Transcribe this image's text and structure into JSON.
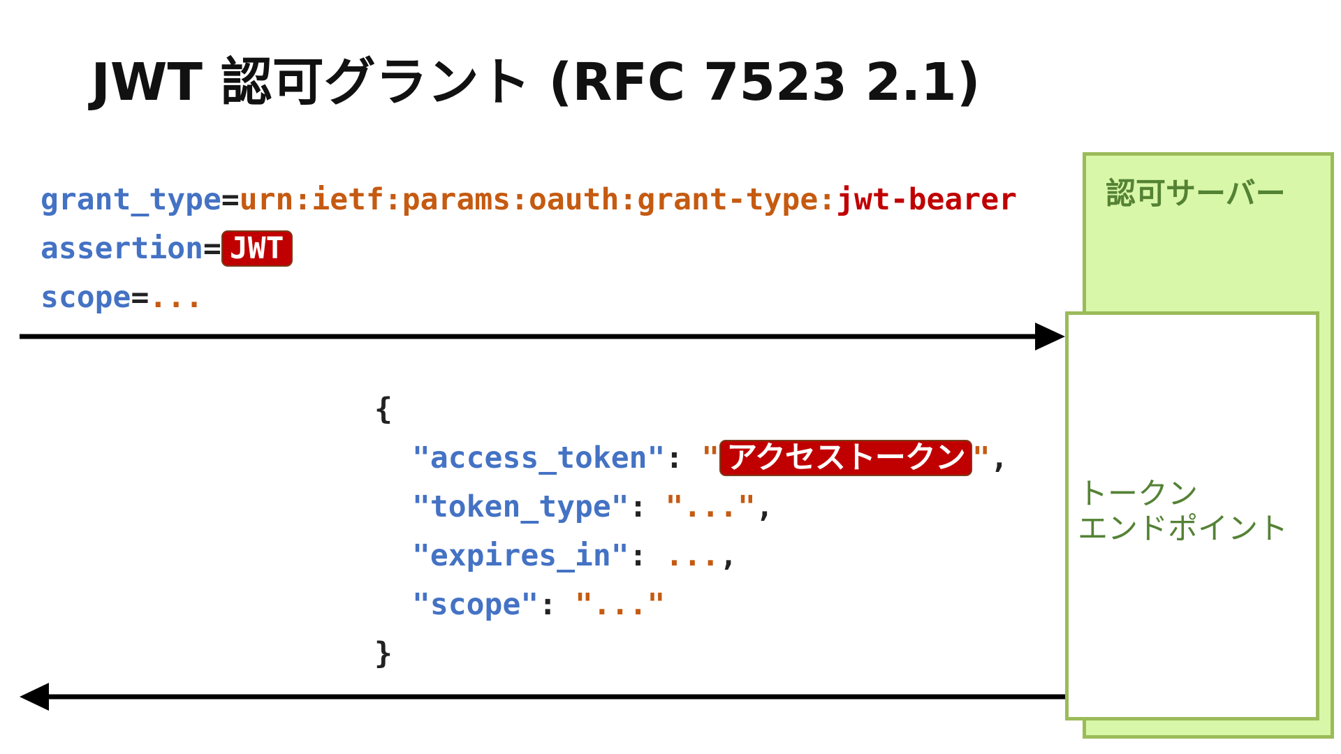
{
  "title": "JWT 認可グラント (RFC 7523 2.1)",
  "request": {
    "line1": {
      "key": "grant_type",
      "eq": "=",
      "value_prefix": "urn:ietf:params:oauth:grant-type:",
      "value_suffix": "jwt-bearer"
    },
    "line2": {
      "key": "assertion",
      "eq": "=",
      "badge": "JWT"
    },
    "line3": {
      "key": "scope",
      "eq": "=",
      "value": "..."
    }
  },
  "response": {
    "open_brace": "{",
    "close_brace": "}",
    "fields": [
      {
        "key": "\"access_token\"",
        "colon": ": ",
        "quote_open": "\"",
        "badge": "アクセストークン",
        "quote_close": "\"",
        "comma": ","
      },
      {
        "key": "\"token_type\"",
        "colon": ": ",
        "value": "\"...\"",
        "comma": ","
      },
      {
        "key": "\"expires_in\"",
        "colon": ": ",
        "value": "...",
        "comma": ","
      },
      {
        "key": "\"scope\"",
        "colon": ": ",
        "value": "\"...\"",
        "comma": ""
      }
    ]
  },
  "server": {
    "label": "認可サーバー",
    "endpoint_line1": "トークン",
    "endpoint_line2": "エンドポイント"
  },
  "colors": {
    "key_blue": "#4472c4",
    "value_orange": "#c55a11",
    "accent_red": "#c00000",
    "server_fill": "#d9f7a8",
    "server_border": "#9bbb59",
    "server_text": "#548235"
  }
}
